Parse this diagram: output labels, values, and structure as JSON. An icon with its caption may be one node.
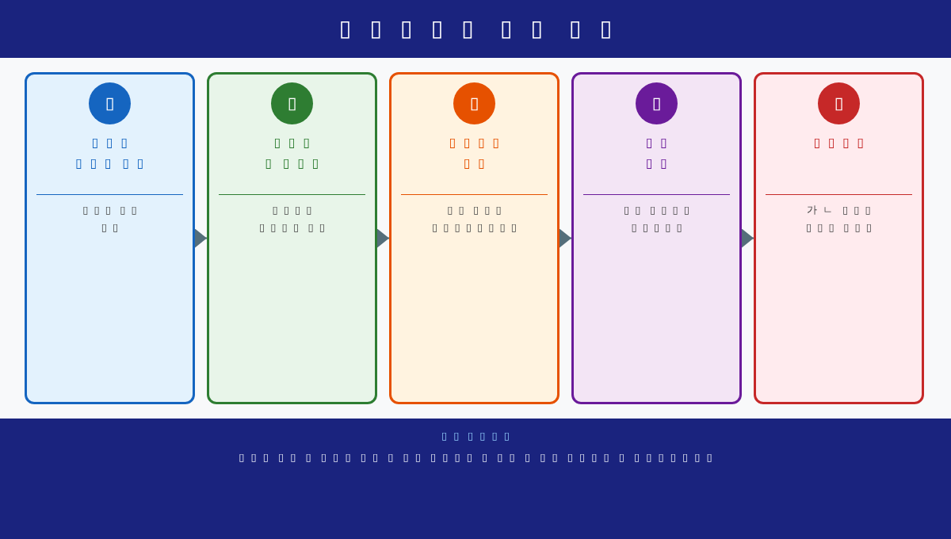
{
  "diagram": {
    "title": "▯▯▯▯▯ ▯▯ ▯▯",
    "nodes": [
      {
        "text": [
          "▯▯▯ ▯▯▯ ▯▯",
          "▯▯▯ ▯▯ ▯▯"
        ]
      },
      {
        "text": [
          "▯"
        ],
        "in": 0
      },
      {
        "text": [
          "▯▯▯ ▯ ▯▯▯",
          "▯▯▯▯ ▯▯▯▯ ▯▯"
        ]
      },
      {
        "text": [
          "▯"
        ],
        "in": 2
      },
      {
        "text": [
          "▯▯▯▯ ▯▯",
          "▯▯ ▯▯▯ ▯▯▯▯▯▯▯▯"
        ]
      },
      {
        "text": [
          "▯"
        ],
        "in": 4
      },
      {
        "text": [
          "▯▯ ▯▯",
          "▯▯ ▯▯▯▯ ▯▯▯▯▯"
        ]
      },
      {
        "text": [
          "▯"
        ],
        "in": 6
      },
      {
        "text": [
          "▯▯▯▯",
          "가ㄴ ▯▯▯ ▯▯▯ ▯▯▯"
        ]
      },
      {
        "text": [
          "▯"
        ],
        "in": 8
      }
    ],
    "edges": [
      {
        "from": 0,
        "to": 2,
        "arrow": "to"
      },
      {
        "from": 2,
        "to": 4,
        "arrow": "to"
      },
      {
        "from": 4,
        "to": 6,
        "arrow": "to"
      },
      {
        "from": 6,
        "to": 8,
        "arrow": "to"
      }
    ],
    "labels": [
      "▯▯ ▯▯▯▯",
      "▯▯▯ ▯▯ ▯ ▯▯▯ ▯▯ ▯ ▯▯ ▯▯▯▯ ▯ ▯▯ ▯ ▯▯ ▯▯▯▯ ▯ ▯▯▯▯▯▯▯"
    ]
  }
}
